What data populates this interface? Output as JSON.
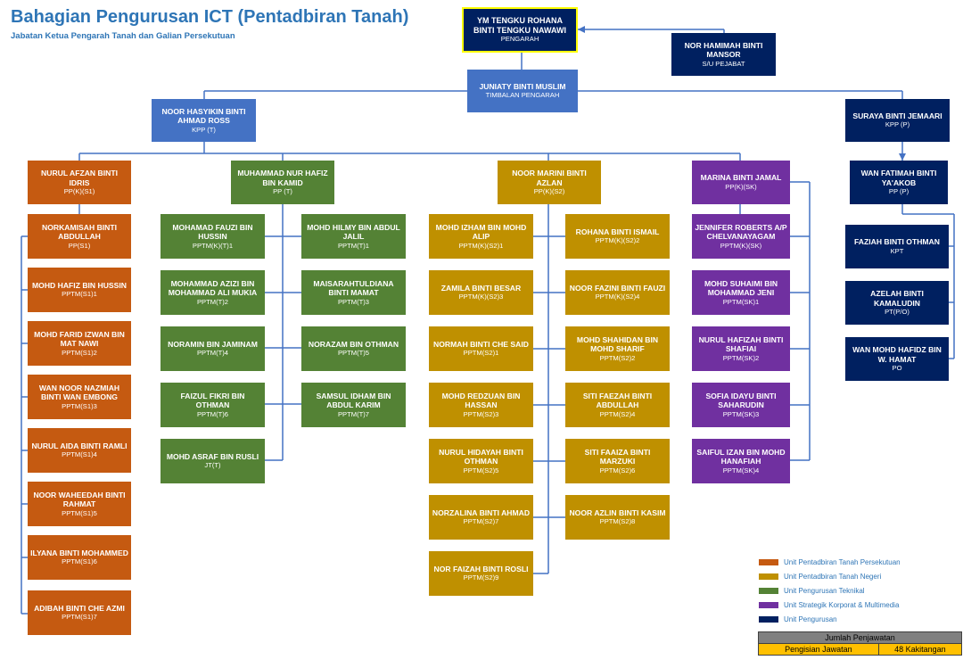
{
  "header": {
    "title": "Bahagian Pengurusan ICT (Pentadbiran Tanah)",
    "subtitle": "Jabatan Ketua Pengarah Tanah dan Galian Persekutuan"
  },
  "colors": {
    "unit_persekutuan": "#c55a11",
    "unit_negeri": "#bf9000",
    "unit_teknikal": "#548235",
    "unit_strategik": "#7030a0",
    "unit_pengurusan": "#002060",
    "kpp_t": "#4472c4",
    "top_border": "#ffff00"
  },
  "nodes": {
    "top": {
      "name": "YM TENGKU ROHANA BINTI TENGKU NAWAWI",
      "position": "PENGARAH"
    },
    "secretary": {
      "name": "NOR HAMIMAH BINTI MANSOR",
      "position": "S/U PEJABAT"
    },
    "deputy": {
      "name": "JUNIATY BINTI MUSLIM",
      "position": "TIMBALAN PENGARAH"
    },
    "kpp_t": {
      "name": "NOOR HASYIKIN BINTI AHMAD ROSS",
      "position": "KPP (T)"
    },
    "kpp_p": {
      "name": "SURAYA BINTI JEMAARI",
      "position": "KPP (P)"
    }
  },
  "col_orange": [
    {
      "name": "NURUL AFZAN BINTI IDRIS",
      "position": "PP(K)(S1)"
    },
    {
      "name": "NORKAMISAH BINTI ABDULLAH",
      "position": "PP(S1)"
    },
    {
      "name": "MOHD HAFIZ BIN HUSSIN",
      "position": "PPTM(S1)1"
    },
    {
      "name": "MOHD FARID IZWAN BIN MAT NAWI",
      "position": "PPTM(S1)2"
    },
    {
      "name": "WAN NOOR NAZMIAH BINTI WAN EMBONG",
      "position": "PPTM(S1)3"
    },
    {
      "name": "NURUL AIDA BINTI RAMLI",
      "position": "PPTM(S1)4"
    },
    {
      "name": "NOOR WAHEEDAH BINTI RAHMAT",
      "position": "PPTM(S1)5"
    },
    {
      "name": "ILYANA BINTI MOHAMMED",
      "position": "PPTM(S1)6"
    },
    {
      "name": "ADIBAH BINTI CHE AZMI",
      "position": "PPTM(S1)7"
    }
  ],
  "green_head": {
    "name": "MUHAMMAD NUR HAFIZ BIN KAMID",
    "position": "PP (T)"
  },
  "col_green_left": [
    {
      "name": "MOHAMAD FAUZI BIN HUSSIN",
      "position": "PPTM(K)(T)1"
    },
    {
      "name": "MOHAMMAD AZIZI BIN MOHAMMAD ALI MUKIA",
      "position": "PPTM(T)2"
    },
    {
      "name": "NORAMIN BIN JAMINAM",
      "position": "PPTM(T)4"
    },
    {
      "name": "FAIZUL FIKRI BIN OTHMAN",
      "position": "PPTM(T)6"
    },
    {
      "name": "MOHD ASRAF BIN RUSLI",
      "position": "JT(T)"
    }
  ],
  "col_green_right": [
    {
      "name": "MOHD HILMY BIN ABDUL JALIL",
      "position": "PPTM(T)1"
    },
    {
      "name": "MAISARAHTULDIANA BINTI MAMAT",
      "position": "PPTM(T)3"
    },
    {
      "name": "NORAZAM BIN OTHMAN",
      "position": "PPTM(T)5"
    },
    {
      "name": "SAMSUL IDHAM BIN ABDUL KARIM",
      "position": "PPTM(T)7"
    }
  ],
  "gold_head": {
    "name": "NOOR MARINI BINTI AZLAN",
    "position": "PP(K)(S2)"
  },
  "col_gold_left": [
    {
      "name": "MOHD IZHAM BIN MOHD ALIP",
      "position": "PPTM(K)(S2)1"
    },
    {
      "name": "ZAMILA BINTI BESAR",
      "position": "PPTM(K)(S2)3"
    },
    {
      "name": "NORMAH BINTI CHE SAID",
      "position": "PPTM(S2)1"
    },
    {
      "name": "MOHD REDZUAN BIN HASSAN",
      "position": "PPTM(S2)3"
    },
    {
      "name": "NURUL HIDAYAH BINTI OTHMAN",
      "position": "PPTM(S2)5"
    },
    {
      "name": "NORZALINA BINTI AHMAD",
      "position": "PPTM(S2)7"
    },
    {
      "name": "NOR FAIZAH BINTI ROSLI",
      "position": "PPTM(S2)9"
    }
  ],
  "col_gold_right": [
    {
      "name": "ROHANA BINTI ISMAIL",
      "position": "PPTM(K)(S2)2"
    },
    {
      "name": "NOOR FAZINI BINTI FAUZI",
      "position": "PPTM(K)(S2)4"
    },
    {
      "name": "MOHD SHAHIDAN BIN MOHD SHARIF",
      "position": "PPTM(S2)2"
    },
    {
      "name": "SITI FAEZAH BINTI ABDULLAH",
      "position": "PPTM(S2)4"
    },
    {
      "name": "SITI FAAIZA BINTI MARZUKI",
      "position": "PPTM(S2)6"
    },
    {
      "name": "NOOR AZLIN BINTI KASIM",
      "position": "PPTM(S2)8"
    }
  ],
  "col_purple": [
    {
      "name": "MARINA BINTI JAMAL",
      "position": "PP(K)(SK)"
    },
    {
      "name": "JENNIFER ROBERTS A/P CHELVANAYAGAM",
      "position": "PPTM(K)(SK)"
    },
    {
      "name": "MOHD SUHAIMI BIN MOHAMMAD JENI",
      "position": "PPTM(SK)1"
    },
    {
      "name": "NURUL HAFIZAH BINTI SHAFIAI",
      "position": "PPTM(SK)2"
    },
    {
      "name": "SOFIA IDAYU BINTI SAHARUDIN",
      "position": "PPTM(SK)3"
    },
    {
      "name": "SAIFUL IZAN BIN MOHD HANAFIAH",
      "position": "PPTM(SK)4"
    }
  ],
  "col_navy": [
    {
      "name": "WAN FATIMAH BINTI YA'AKOB",
      "position": "PP (P)"
    },
    {
      "name": "FAZIAH BINTI OTHMAN",
      "position": "KPT"
    },
    {
      "name": "AZELAH BINTI KAMALUDIN",
      "position": "PT(P/O)"
    },
    {
      "name": "WAN MOHD HAFIDZ BIN W. HAMAT",
      "position": "PO"
    }
  ],
  "legend": [
    {
      "label": "Unit Pentadbiran Tanah Persekutuan",
      "color": "#c55a11"
    },
    {
      "label": "Unit Pentadbiran Tanah Negeri",
      "color": "#bf9000"
    },
    {
      "label": "Unit Pengurusan Teknikal",
      "color": "#548235"
    },
    {
      "label": "Unit Strategik Korporat & Multimedia",
      "color": "#7030a0"
    },
    {
      "label": "Unit Pengurusan",
      "color": "#002060"
    }
  ],
  "stats": {
    "header": "Jumlah Penjawatan",
    "label": "Pengisian Jawatan",
    "value": "48 Kakitangan"
  }
}
